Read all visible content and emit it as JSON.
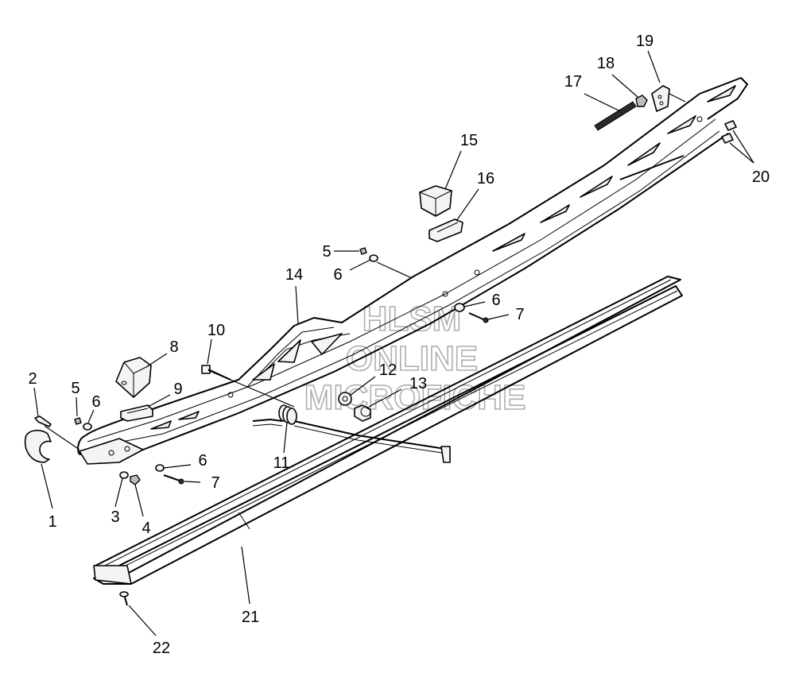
{
  "watermark": {
    "line1": "HLSM",
    "line2": "ONLINE",
    "line3": "MICROFICHE"
  },
  "callouts": [
    "1",
    "2",
    "3",
    "4",
    "5",
    "6",
    "7",
    "8",
    "9",
    "10",
    "11",
    "12",
    "13",
    "14",
    "15",
    "16",
    "17",
    "18",
    "19",
    "20",
    "21",
    "22"
  ],
  "colors": {
    "line": "#000000",
    "background": "#ffffff",
    "watermark": "#9a9a9a"
  }
}
